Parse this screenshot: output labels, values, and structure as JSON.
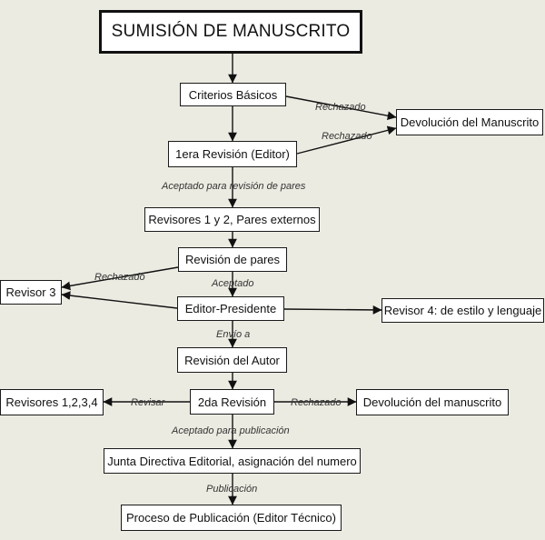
{
  "diagram": {
    "title": "SUMISIÓN DE MANUSCRITO",
    "nodes": {
      "criterios": "Criterios Básicos",
      "devolucion1": "Devolución del Manuscrito",
      "revision1": "1era Revisión (Editor)",
      "revisores12": "Revisores 1 y 2, Pares externos",
      "revision_pares": "Revisión de pares",
      "revisor3": "Revisor 3",
      "editor_presidente": "Editor-Presidente",
      "revisor4": "Revisor 4: de estilo y lenguaje",
      "revision_autor": "Revisión del Autor",
      "revisores1234": "Revisores 1,2,3,4",
      "revision2": "2da Revisión",
      "devolucion2": "Devolución del manuscrito",
      "junta": "Junta Directiva Editorial, asignación del numero",
      "proceso": "Proceso de Publicación (Editor Técnico)"
    },
    "edge_labels": {
      "rechazado1": "Rechazado",
      "rechazado2": "Rechazado",
      "aceptado_pares": "Aceptado para revisión de pares",
      "rechazado3": "Rechazado",
      "aceptado": "Aceptado",
      "envio": "Envío a",
      "revisar": "Revisar",
      "rechazado4": "Rechazado",
      "aceptado_publicacion": "Aceptado para publicación",
      "publicacion": "Publicación"
    }
  }
}
